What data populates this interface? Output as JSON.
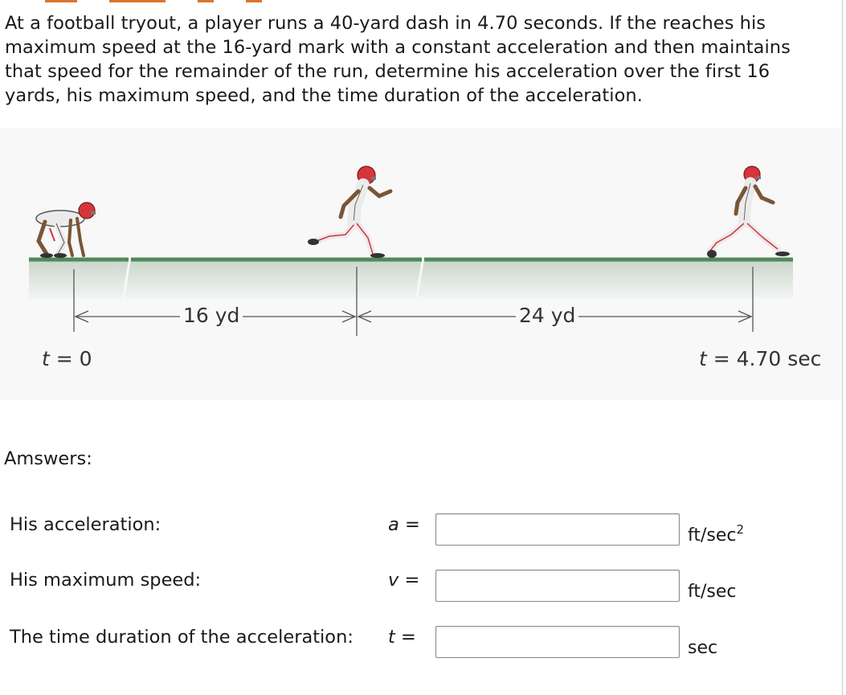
{
  "problem": {
    "text": "At a football tryout, a player runs a 40-yard dash in 4.70 seconds. If the reaches his\nmaximum speed at the 16-yard mark with a constant acceleration and then maintains\nthat speed for the remainder of the run, determine his acceleration over the first 16\nyards, his maximum speed, and the time duration of the acceleration."
  },
  "figure": {
    "seg1_label": "16 yd",
    "seg2_label": "24 yd",
    "t_start_var": "t",
    "t_start_rest": " = 0",
    "t_end_var": "t",
    "t_end_rest": " = 4.70 sec",
    "colors": {
      "field_line": "#4f8a5a",
      "field_fill": "#d2dcd3",
      "helmet": "#d5353b",
      "jersey": "#ebebeb",
      "skin": "#7a5536"
    }
  },
  "answers": {
    "heading": "Amswers:",
    "rows": [
      {
        "label": "His acceleration:",
        "var": "a",
        "eq": " =",
        "value": "",
        "unit": "ft/sec",
        "unit_sup": "2"
      },
      {
        "label": "His maximum speed:",
        "var": "v",
        "eq": " =",
        "value": "",
        "unit": "ft/sec",
        "unit_sup": ""
      },
      {
        "label": "The time duration of the acceleration:",
        "var": "t",
        "eq": " =",
        "value": "",
        "unit": "sec",
        "unit_sup": ""
      }
    ]
  }
}
